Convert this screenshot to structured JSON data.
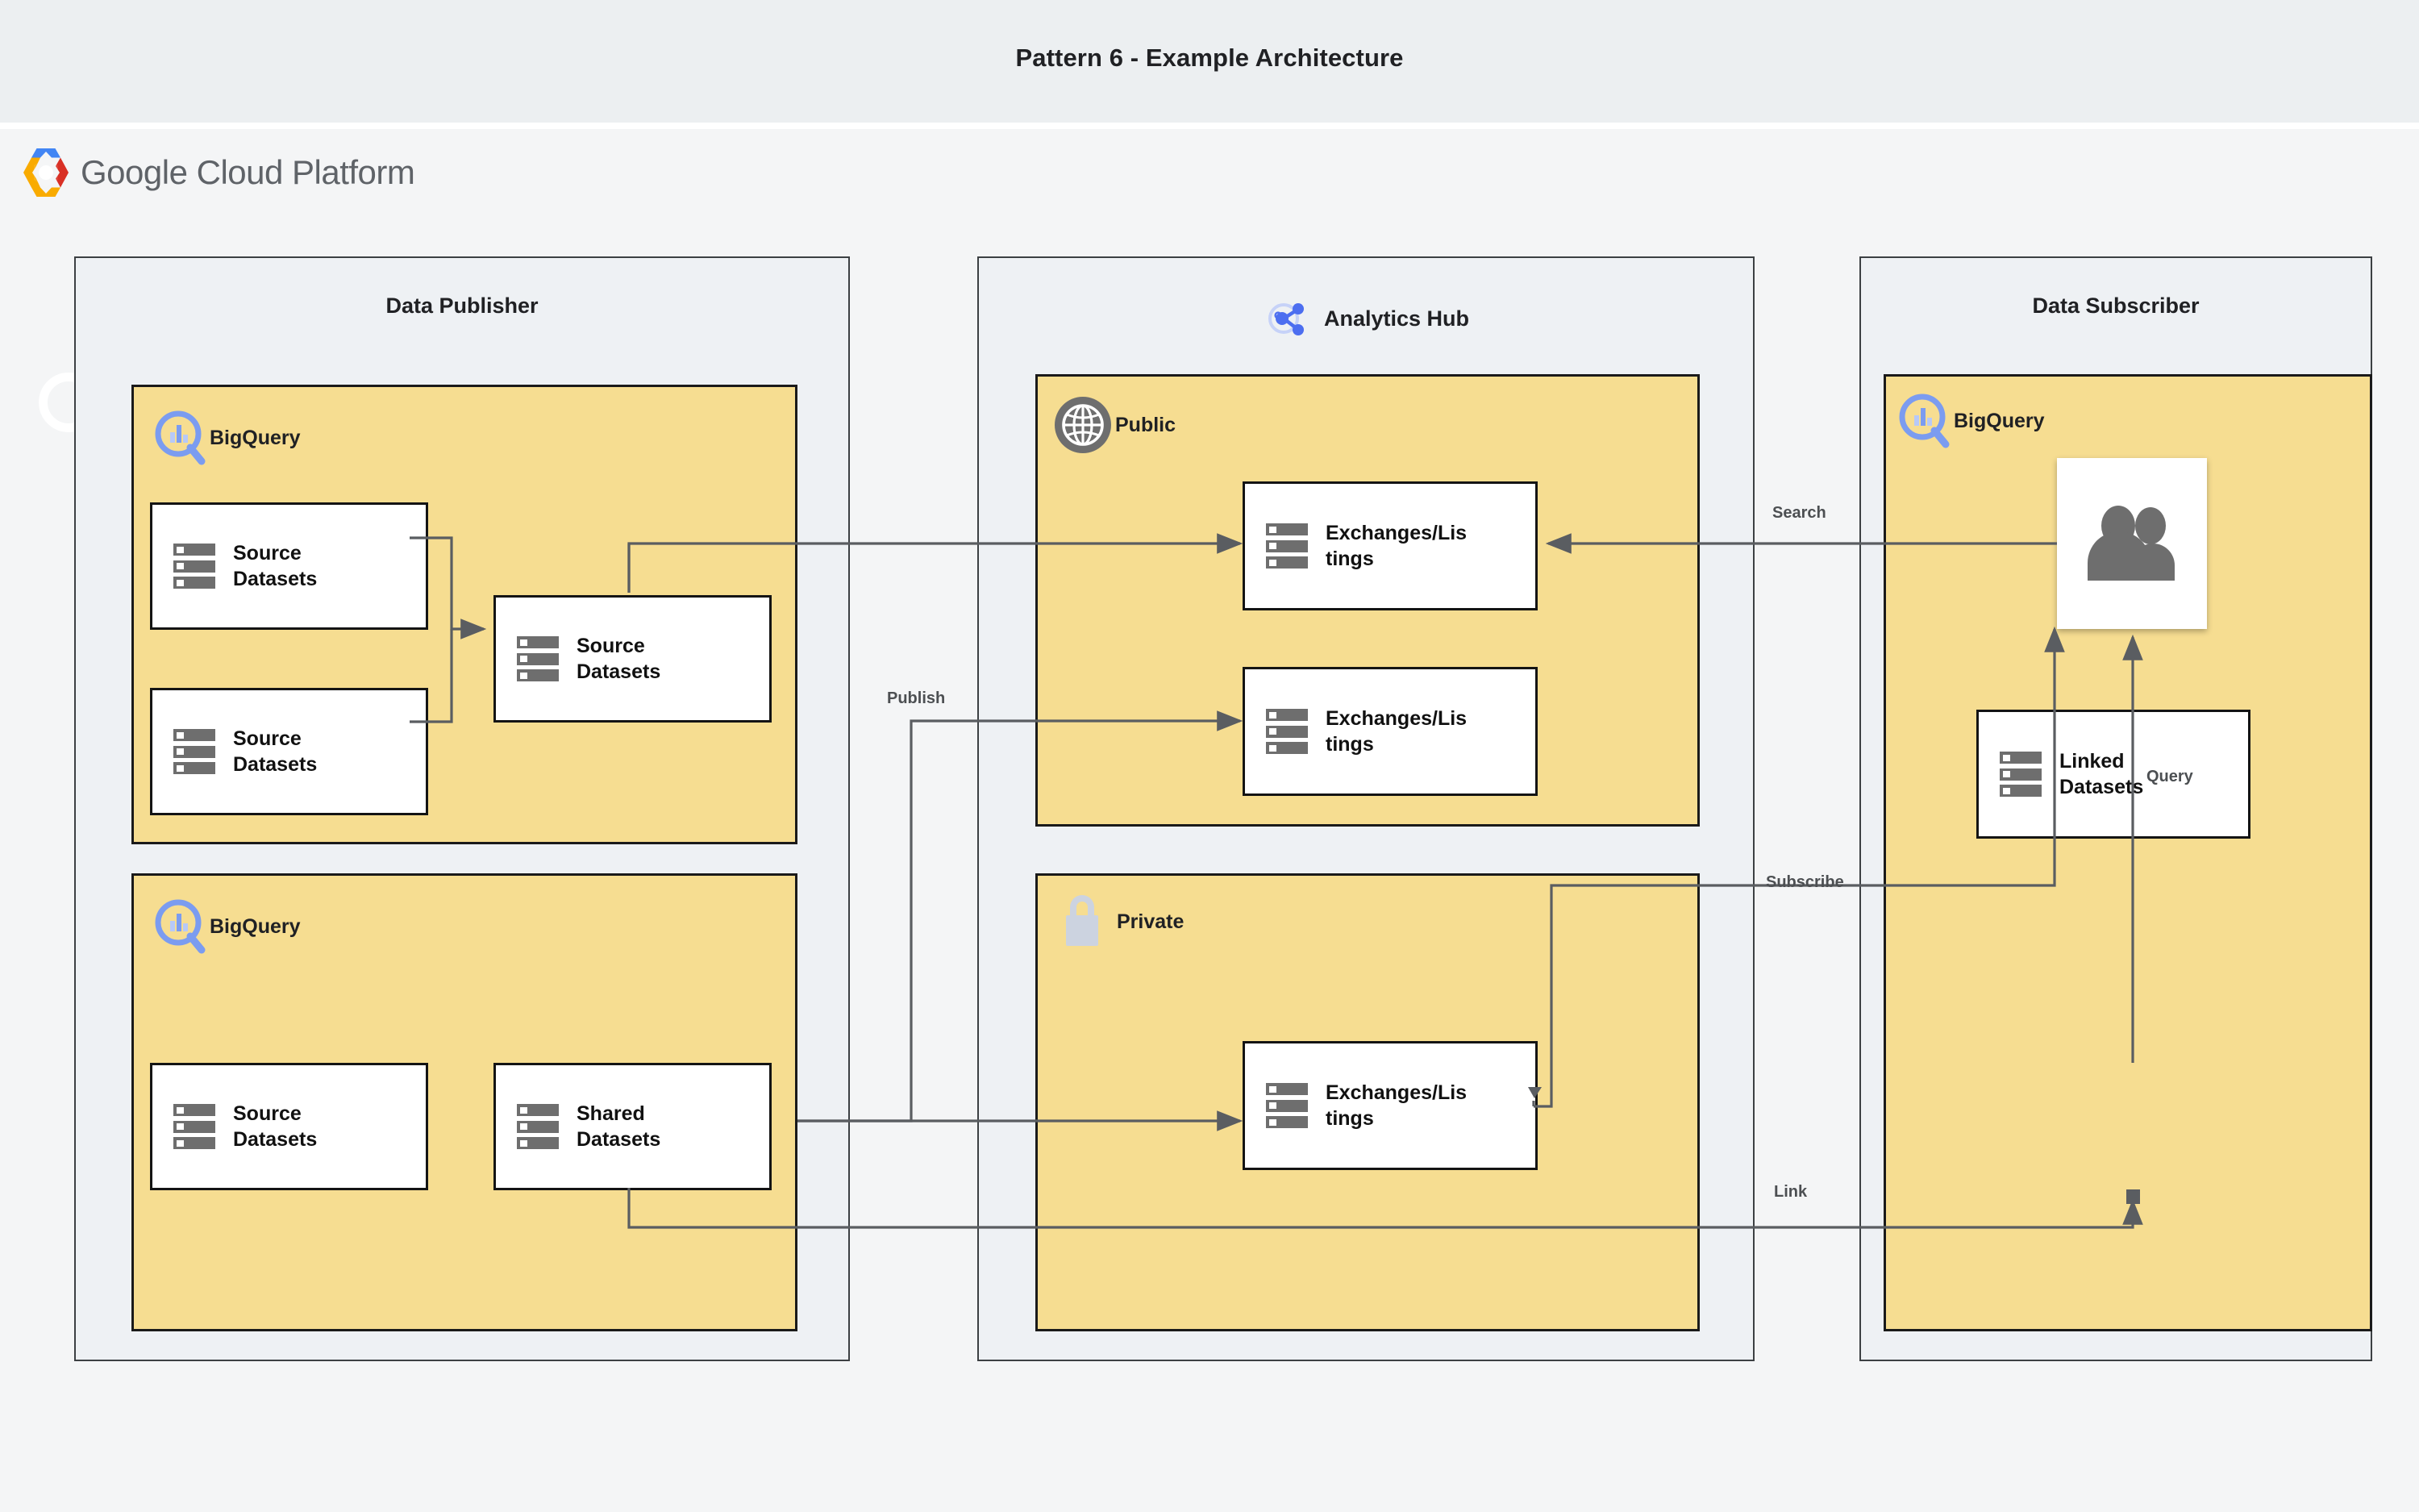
{
  "page": {
    "title": "Pattern 6 - Example Architecture",
    "brand": "Google Cloud Platform",
    "brand_google": "Google",
    "brand_cloud_platform": "Cloud Platform",
    "background": "#f4f5f6",
    "title_band_color": "#eceff1",
    "zone_fill": "#eef1f4",
    "group_fill": "#f6dd91",
    "node_fill": "#ffffff",
    "stroke": "#1a1a1a",
    "icon_gray": "#6e6e6e",
    "bigquery_blue": "#7b9cf0",
    "analytics_hub_blue": "#4c6ef0"
  },
  "zones": [
    {
      "id": "data-publisher",
      "title": "Data Publisher",
      "icon": null
    },
    {
      "id": "analytics-hub",
      "title": "Analytics Hub",
      "icon": "share-network-icon"
    },
    {
      "id": "data-subscriber",
      "title": "Data Subscriber",
      "icon": null
    }
  ],
  "groups": [
    {
      "id": "publisher-bigquery-top",
      "label": "BigQuery",
      "icon": "bigquery-icon"
    },
    {
      "id": "publisher-bigquery-bottom",
      "label": "BigQuery",
      "icon": "bigquery-icon"
    },
    {
      "id": "hub-public",
      "label": "Public",
      "icon": "globe-icon"
    },
    {
      "id": "hub-private",
      "label": "Private",
      "icon": "lock-icon"
    },
    {
      "id": "subscriber-bigquery",
      "label": "BigQuery",
      "icon": "bigquery-icon"
    }
  ],
  "nodes": [
    {
      "id": "pub-source-1",
      "label": "Source Datasets",
      "icon": "dataset-icon",
      "line1": "Source",
      "line2": "Datasets"
    },
    {
      "id": "pub-source-2",
      "label": "Source Datasets",
      "icon": "dataset-icon",
      "line1": "Source",
      "line2": "Datasets"
    },
    {
      "id": "pub-source-merged",
      "label": "Source Datasets",
      "icon": "dataset-icon",
      "line1": "Source",
      "line2": "Datasets"
    },
    {
      "id": "pub-source-3",
      "label": "Source Datasets",
      "icon": "dataset-icon",
      "line1": "Source",
      "line2": "Datasets"
    },
    {
      "id": "pub-shared",
      "label": "Shared Datasets",
      "icon": "dataset-icon",
      "line1": "Shared",
      "line2": "Datasets"
    },
    {
      "id": "hub-listing-1",
      "label": "Exchanges/Listings",
      "icon": "dataset-icon",
      "line1": "Exchanges/Lis",
      "line2": "tings"
    },
    {
      "id": "hub-listing-2",
      "label": "Exchanges/Listings",
      "icon": "dataset-icon",
      "line1": "Exchanges/Lis",
      "line2": "tings"
    },
    {
      "id": "hub-listing-3",
      "label": "Exchanges/Listings",
      "icon": "dataset-icon",
      "line1": "Exchanges/Lis",
      "line2": "tings"
    },
    {
      "id": "sub-linked",
      "label": "Linked Datasets",
      "icon": "dataset-icon",
      "line1": "Linked",
      "line2": "Datasets"
    },
    {
      "id": "sub-users",
      "label": "Users",
      "icon": "users-icon",
      "line1": "",
      "line2": ""
    }
  ],
  "connections": [
    {
      "id": "publish",
      "label": "Publish"
    },
    {
      "id": "search",
      "label": "Search"
    },
    {
      "id": "subscribe",
      "label": "Subscribe"
    },
    {
      "id": "query",
      "label": "Query"
    },
    {
      "id": "link",
      "label": "Link"
    }
  ]
}
